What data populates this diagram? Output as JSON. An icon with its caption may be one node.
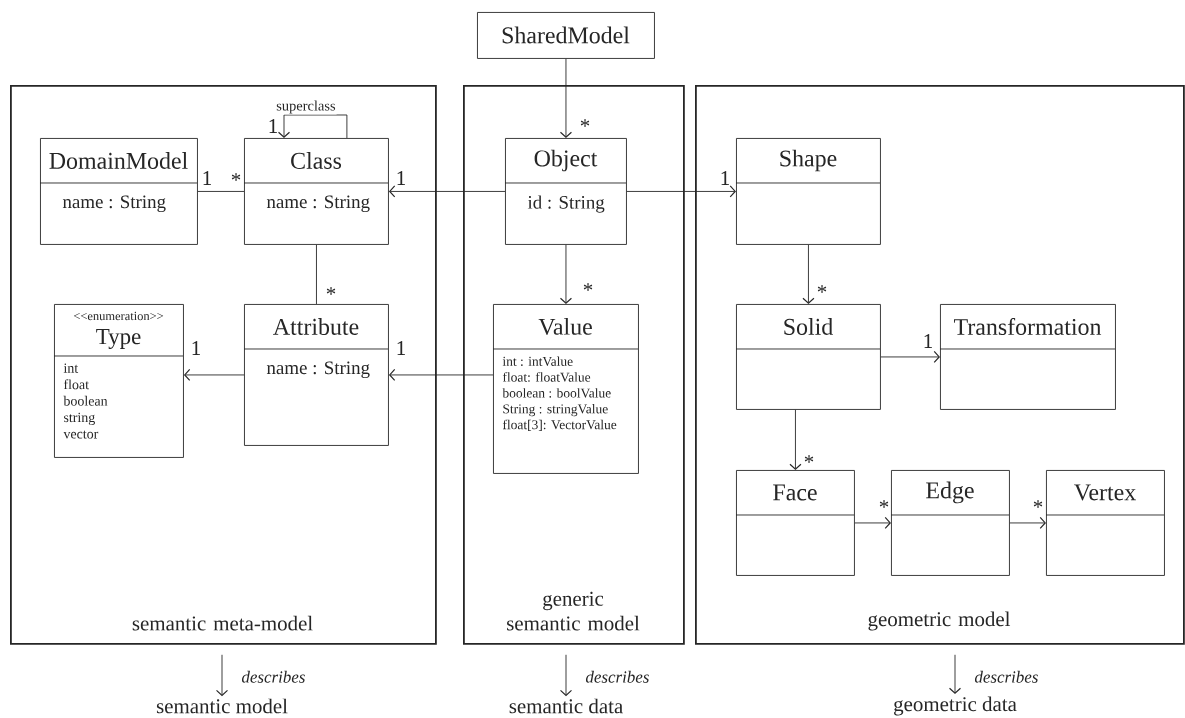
{
  "diagram": {
    "nodes": [
      {
        "text": [
          "SharedModel"
        ]
      },
      {
        "text": [
          "semantic meta-model"
        ]
      },
      {
        "text": [
          "DomainModel",
          "name : String"
        ],
        "in": 1
      },
      {
        "text": [
          "Class",
          "name : String"
        ],
        "in": 1
      },
      {
        "text": [
          "<<enumeration>>",
          "Type",
          "int",
          "float",
          "boolean",
          "string",
          "vector"
        ],
        "in": 1
      },
      {
        "text": [
          "Attribute",
          "name : String"
        ],
        "in": 1
      },
      {
        "text": [
          "generic semantic model"
        ]
      },
      {
        "text": [
          "Object",
          "id : String"
        ],
        "in": 6
      },
      {
        "text": [
          "Value",
          "int : intValue",
          "float: floatValue",
          "boolean : boolValue",
          "String : stringValue",
          "float[3]: VectorValue"
        ],
        "in": 6
      },
      {
        "text": [
          "geometric model"
        ]
      },
      {
        "text": [
          "Shape"
        ],
        "in": 9
      },
      {
        "text": [
          "Solid"
        ],
        "in": 9
      },
      {
        "text": [
          "Transformation"
        ],
        "in": 9
      },
      {
        "text": [
          "Face"
        ],
        "in": 9
      },
      {
        "text": [
          "Edge"
        ],
        "in": 9
      },
      {
        "text": [
          "Vertex"
        ],
        "in": 9
      },
      {
        "text": [
          "semantic model"
        ]
      },
      {
        "text": [
          "semantic data"
        ]
      },
      {
        "text": [
          "geometric data"
        ]
      }
    ],
    "edges": [
      {
        "from": 0,
        "to": 7,
        "arrow": "to"
      },
      {
        "from": 3,
        "to": 3,
        "arrow": "to",
        "label": "superclass"
      },
      {
        "from": 2,
        "to": 3,
        "arrow": "none"
      },
      {
        "from": 7,
        "to": 3,
        "arrow": "to"
      },
      {
        "from": 7,
        "to": 10,
        "arrow": "to"
      },
      {
        "from": 3,
        "to": 5,
        "arrow": "none"
      },
      {
        "from": 7,
        "to": 8,
        "arrow": "to"
      },
      {
        "from": 5,
        "to": 4,
        "arrow": "to"
      },
      {
        "from": 8,
        "to": 5,
        "arrow": "to"
      },
      {
        "from": 10,
        "to": 11,
        "arrow": "to"
      },
      {
        "from": 11,
        "to": 12,
        "arrow": "to"
      },
      {
        "from": 11,
        "to": 13,
        "arrow": "to"
      },
      {
        "from": 13,
        "to": 14,
        "arrow": "to"
      },
      {
        "from": 14,
        "to": 15,
        "arrow": "to"
      },
      {
        "from": 1,
        "to": 16,
        "arrow": "to",
        "label": "describes"
      },
      {
        "from": 6,
        "to": 17,
        "arrow": "to",
        "label": "describes"
      },
      {
        "from": 9,
        "to": 18,
        "arrow": "to",
        "label": "describes"
      }
    ],
    "labels": [
      "1",
      "*",
      "1",
      "*",
      "1",
      "1",
      "*",
      "*",
      "*",
      "1",
      "1",
      "1",
      "*",
      "*",
      "*"
    ]
  }
}
